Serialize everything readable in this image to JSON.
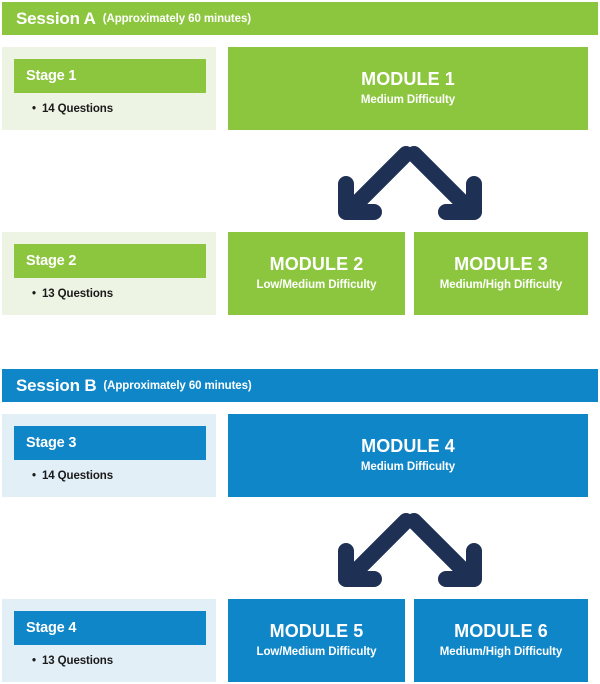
{
  "colors": {
    "green": "#8CC63E",
    "green_light": "#EEF4E4",
    "blue": "#0F86C8",
    "blue_light": "#E3EFF7",
    "arrow_navy": "#1F3055",
    "white": "#FFFFFF",
    "text_dark": "#1A1A1A"
  },
  "sessions": [
    {
      "title": "Session A",
      "subtitle": "(Approximately 60 minutes)",
      "stage_top": {
        "label": "Stage 1",
        "questions": "14 Questions",
        "bullet": "•"
      },
      "stage_bottom": {
        "label": "Stage 2",
        "questions": "13 Questions",
        "bullet": "•"
      },
      "module_top": {
        "title": "MODULE 1",
        "subtitle": "Medium Difficulty"
      },
      "module_left": {
        "title": "MODULE 2",
        "subtitle": "Low/Medium Difficulty"
      },
      "module_right": {
        "title": "MODULE 3",
        "subtitle": "Medium/High Difficulty"
      },
      "arrows_icon": "branching-double-arrow-down-icon"
    },
    {
      "title": "Session B",
      "subtitle": "(Approximately 60 minutes)",
      "stage_top": {
        "label": "Stage 3",
        "questions": "14 Questions",
        "bullet": "•"
      },
      "stage_bottom": {
        "label": "Stage 4",
        "questions": "13 Questions",
        "bullet": "•"
      },
      "module_top": {
        "title": "MODULE 4",
        "subtitle": "Medium Difficulty"
      },
      "module_left": {
        "title": "MODULE 5",
        "subtitle": "Low/Medium Difficulty"
      },
      "module_right": {
        "title": "MODULE 6",
        "subtitle": "Medium/High Difficulty"
      },
      "arrows_icon": "branching-double-arrow-down-icon"
    }
  ]
}
